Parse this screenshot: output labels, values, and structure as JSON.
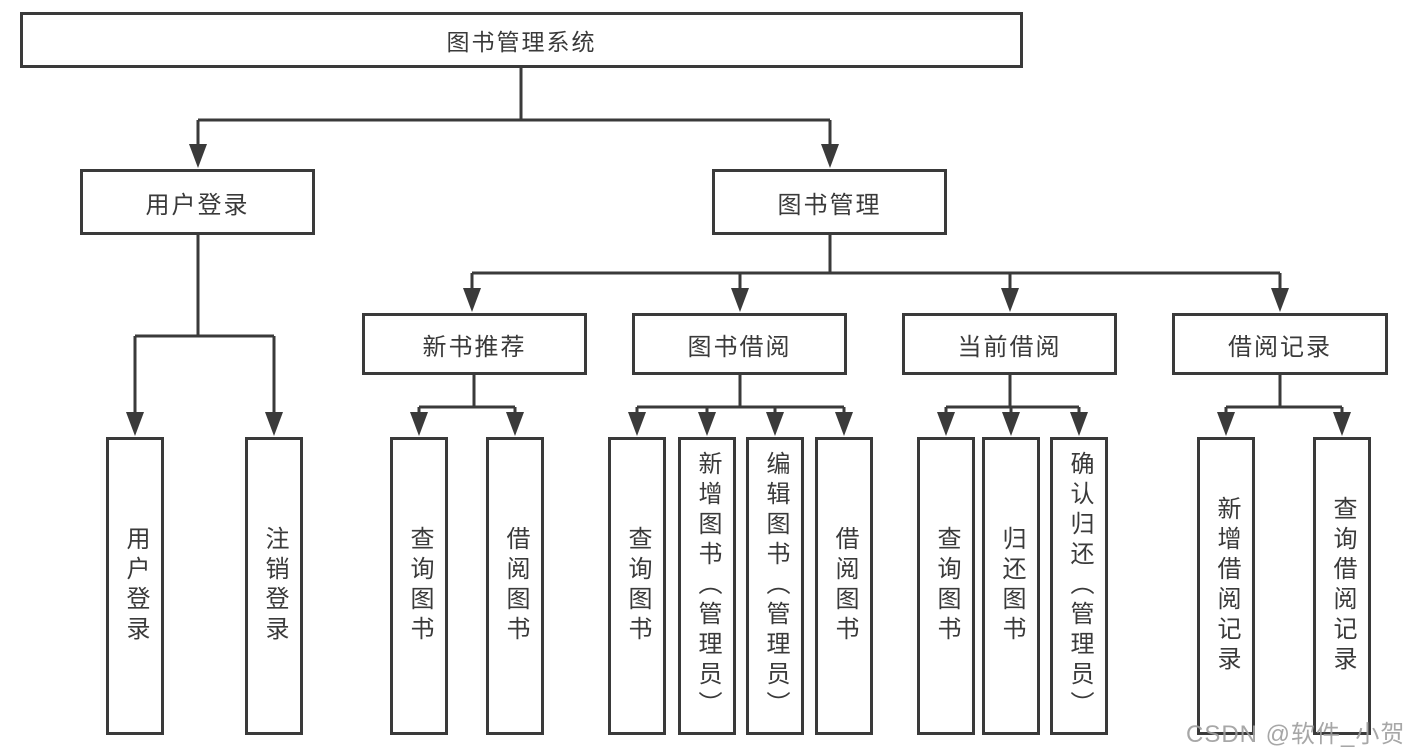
{
  "diagram": {
    "title": "图书管理系统",
    "branches": [
      {
        "label": "用户登录",
        "children": [
          {
            "label": "用户登录"
          },
          {
            "label": "注销登录"
          }
        ]
      },
      {
        "label": "图书管理",
        "children": [
          {
            "label": "新书推荐",
            "children": [
              {
                "label": "查询图书"
              },
              {
                "label": "借阅图书"
              }
            ]
          },
          {
            "label": "图书借阅",
            "children": [
              {
                "label": "查询图书"
              },
              {
                "label": "新增图书（管理员）"
              },
              {
                "label": "编辑图书（管理员）"
              },
              {
                "label": "借阅图书"
              }
            ]
          },
          {
            "label": "当前借阅",
            "children": [
              {
                "label": "查询图书"
              },
              {
                "label": "归还图书"
              },
              {
                "label": "确认归还（管理员）"
              }
            ]
          },
          {
            "label": "借阅记录",
            "children": [
              {
                "label": "新增借阅记录"
              },
              {
                "label": "查询借阅记录"
              }
            ]
          }
        ]
      }
    ]
  },
  "watermark": {
    "text": "CSDN @软件_小贺同学"
  },
  "colors": {
    "line": "#3a3a3a",
    "text": "#3a3a3a",
    "box_background": "#ffffff",
    "page_background": "#ffffff",
    "watermark": "#9e9e9e"
  }
}
